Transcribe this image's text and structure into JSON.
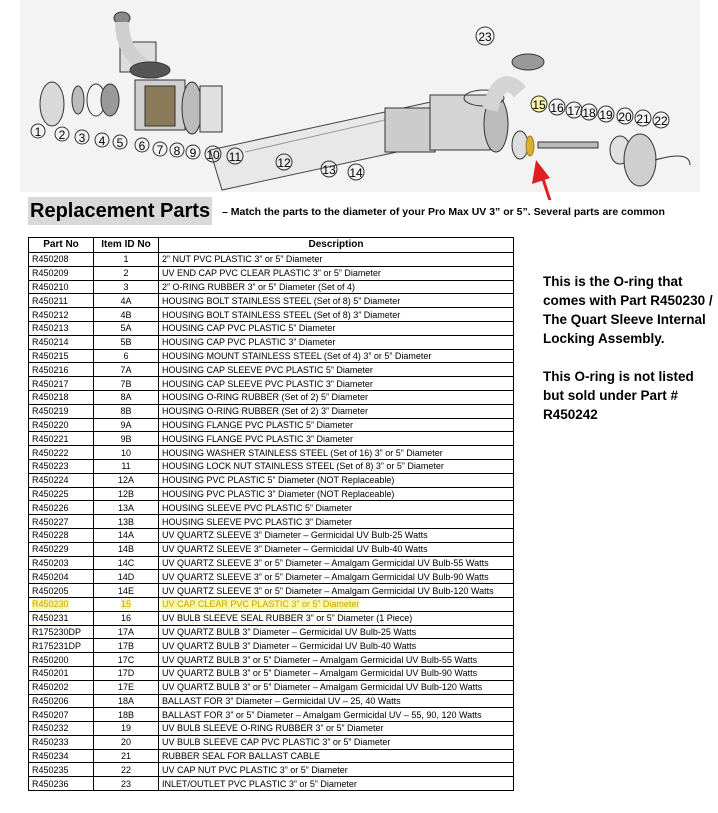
{
  "diagram": {
    "callouts": [
      "1",
      "2",
      "3",
      "4",
      "5",
      "6",
      "7",
      "8",
      "9",
      "10",
      "11",
      "12",
      "13",
      "14",
      "15",
      "16",
      "17",
      "18",
      "19",
      "20",
      "21",
      "22",
      "23"
    ]
  },
  "heading": "Replacement Parts",
  "subtitle": "– Match the parts to the diameter of your Pro Max UV 3” or 5”. Several parts are common",
  "table": {
    "headers": [
      "Part No",
      "Item ID No",
      "Description"
    ],
    "rows": [
      [
        "R450208",
        "1",
        "2” NUT PVC PLASTIC 3” or 5” Diameter"
      ],
      [
        "R450209",
        "2",
        "UV END CAP PVC CLEAR PLASTIC 3” or 5” Diameter"
      ],
      [
        "R450210",
        "3",
        "2” O-RING RUBBER 3” or 5” Diameter (Set of 4)"
      ],
      [
        "R450211",
        "4A",
        "HOUSING BOLT STAINLESS STEEL (Set of 8) 5” Diameter"
      ],
      [
        "R450212",
        "4B",
        "HOUSING BOLT STAINLESS STEEL (Set of 8) 3” Diameter"
      ],
      [
        "R450213",
        "5A",
        "HOUSING CAP PVC PLASTIC 5” Diameter"
      ],
      [
        "R450214",
        "5B",
        "HOUSING CAP PVC PLASTIC 3” Diameter"
      ],
      [
        "R450215",
        "6",
        "HOUSING MOUNT STAINLESS STEEL (Set of 4) 3” or 5” Diameter"
      ],
      [
        "R450216",
        "7A",
        "HOUSING CAP SLEEVE PVC PLASTIC 5” Diameter"
      ],
      [
        "R450217",
        "7B",
        "HOUSING CAP SLEEVE PVC PLASTIC 3” Diameter"
      ],
      [
        "R450218",
        "8A",
        "HOUSING O-RING RUBBER (Set of 2) 5” Diameter"
      ],
      [
        "R450219",
        "8B",
        "HOUSING O-RING RUBBER (Set of 2) 3” Diameter"
      ],
      [
        "R450220",
        "9A",
        "HOUSING FLANGE PVC PLASTIC 5” Diameter"
      ],
      [
        "R450221",
        "9B",
        "HOUSING FLANGE PVC PLASTIC 3” Diameter"
      ],
      [
        "R450222",
        "10",
        "HOUSING WASHER STAINLESS STEEL (Set of 16) 3” or 5” Diameter"
      ],
      [
        "R450223",
        "11",
        "HOUSING LOCK NUT STAINLESS STEEL (Set of 8) 3” or 5” Diameter"
      ],
      [
        "R450224",
        "12A",
        "HOUSING PVC PLASTIC 5” Diameter (NOT Replaceable)"
      ],
      [
        "R450225",
        "12B",
        "HOUSING PVC PLASTIC 3” Diameter (NOT Replaceable)"
      ],
      [
        "R450226",
        "13A",
        "HOUSING SLEEVE PVC PLASTIC 5” Diameter"
      ],
      [
        "R450227",
        "13B",
        "HOUSING SLEEVE PVC PLASTIC 3” Diameter"
      ],
      [
        "R450228",
        "14A",
        "UV QUARTZ SLEEVE 3” Diameter – Germicidal UV Bulb-25 Watts"
      ],
      [
        "R450229",
        "14B",
        "UV QUARTZ SLEEVE 3” Diameter – Germicidal UV Bulb-40 Watts"
      ],
      [
        "R450203",
        "14C",
        "UV QUARTZ SLEEVE 3” or 5” Diameter – Amalgam Germicidal UV Bulb-55 Watts"
      ],
      [
        "R450204",
        "14D",
        "UV QUARTZ SLEEVE 3” or 5” Diameter – Amalgam Germicidal UV Bulb-90 Watts"
      ],
      [
        "R450205",
        "14E",
        "UV QUARTZ SLEEVE 3” or 5” Diameter – Amalgam Germicidal UV Bulb-120 Watts"
      ],
      [
        "R450230",
        "15",
        "UV CAP CLEAR PVC PLASTIC 3” or 5” Diameter"
      ],
      [
        "R450231",
        "16",
        "UV BULB SLEEVE SEAL RUBBER 3” or 5” Diameter (1 Piece)"
      ],
      [
        "R175230DP",
        "17A",
        "UV QUARTZ BULB 3” Diameter – Germicidal UV Bulb-25 Watts"
      ],
      [
        "R175231DP",
        "17B",
        "UV QUARTZ BULB 3” Diameter – Germicidal UV Bulb-40 Watts"
      ],
      [
        "R450200",
        "17C",
        "UV QUARTZ BULB 3” or 5” Diameter – Amalgam Germicidal UV Bulb-55 Watts"
      ],
      [
        "R450201",
        "17D",
        "UV QUARTZ BULB 3” or 5” Diameter – Amalgam Germicidal UV Bulb-90 Watts"
      ],
      [
        "R450202",
        "17E",
        "UV QUARTZ BULB 3” or 5” Diameter – Amalgam Germicidal UV Bulb-120 Watts"
      ],
      [
        "R450206",
        "18A",
        "BALLAST FOR 3” Diameter – Germicidal UV – 25, 40 Watts"
      ],
      [
        "R450207",
        "18B",
        "BALLAST FOR 3” or 5” Diameter – Amalgam Germicidal UV – 55, 90, 120 Watts"
      ],
      [
        "R450232",
        "19",
        "UV BULB SLEEVE O-RING RUBBER 3” or 5” Diameter"
      ],
      [
        "R450233",
        "20",
        "UV BULB SLEEVE CAP PVC PLASTIC 3” or 5” Diameter"
      ],
      [
        "R450234",
        "21",
        "RUBBER SEAL FOR BALLAST CABLE"
      ],
      [
        "R450235",
        "22",
        "UV CAP NUT PVC PLASTIC 3” or 5” Diameter"
      ],
      [
        "R450236",
        "23",
        "INLET/OUTLET PVC PLASTIC 3” or 5” Diameter"
      ]
    ],
    "highlighted_row": 25,
    "highlight_color": "#fbf7a8"
  },
  "note": {
    "paragraph1": "This is the O-ring that comes with Part R450230 / The Quart Sleeve Internal Locking Assembly.",
    "paragraph2": "This O-ring is not listed but sold under Part # R450242"
  },
  "colors": {
    "arrow": "#e02020",
    "oring": "#d8b030"
  }
}
